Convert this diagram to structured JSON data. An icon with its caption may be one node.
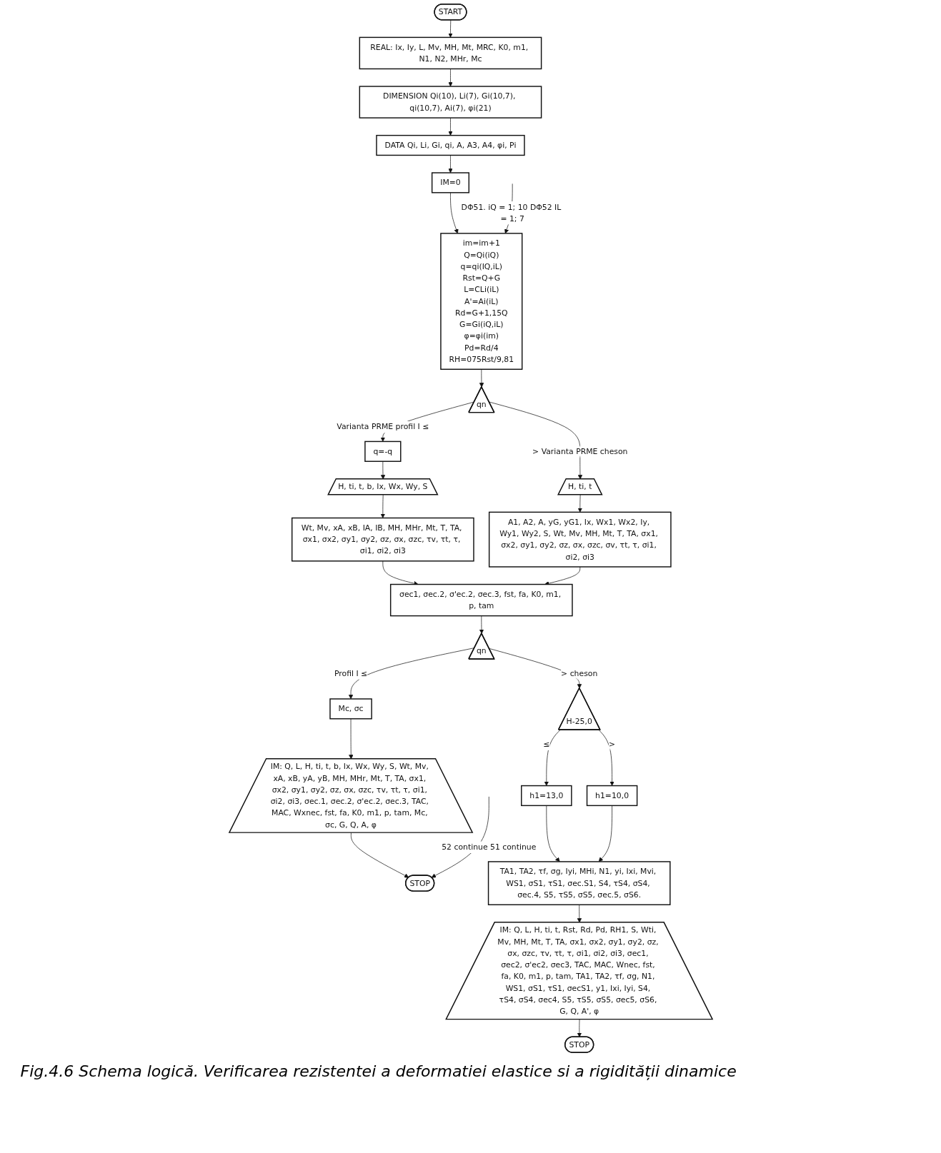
{
  "diagram": {
    "caption": "Fig.4.6 Schema logică. Verificarea rezistentei a deformatiei elastice si a rigidității dinamice",
    "nodes": [
      {
        "text": [
          "START"
        ]
      },
      {
        "text": [
          "REAL: Ix, Iy, L, Mv, MH, Mt, MRC, K0, m1, N1, N2, MHr, Mc"
        ]
      },
      {
        "text": [
          "DIMENSION Qi(10), Li(7), Gi(10,7), qi(10,7), Ai(7), φi(21)"
        ]
      },
      {
        "text": [
          "DATA Qi, Li, Gi, qi, A, A3, A4, φi, Pi"
        ]
      },
      {
        "text": [
          "IM=0"
        ]
      },
      {
        "text": [
          "im=im+1",
          "Q=Qi(iQ)",
          "q=qi(IQ,iL)",
          "Rst=Q+G",
          "L=CLi(iL)",
          "A'=Ai(iL)",
          "Rd=G+1,15Q",
          "G=Gi(iQ,iL)",
          "φ=φi(im)",
          "Pd=Rd/4",
          "RH=075Rst/9,81"
        ]
      },
      {
        "text": [
          "qn"
        ]
      },
      {
        "text": [
          "q=-q"
        ]
      },
      {
        "text": [
          "H, ti, t, b, Ix, Wx, Wy, S"
        ]
      },
      {
        "text": [
          "Wt, Mv, xA, xB, IA, IB, MH, MHr, Mt, T, TA, σx1, σx2, σy1, σy2, σz, σx, σzc, τv, τt, τ, σi1, σi2, σi3"
        ]
      },
      {
        "text": [
          "H, ti, t"
        ]
      },
      {
        "text": [
          "A1, A2, A, yG, yG1, Ix, Wx1, Wx2, Iy, Wy1, Wy2, S, Wt, Mv, MH, Mt, T, TA, σx1, σx2, σy1, σy2, σz, σx, σzc, σv, τt, τ, σi1, σi2, σi3"
        ]
      },
      {
        "text": [
          "σec1, σec.2, σ'ec.2, σec.3, fst, fa, K0, m1, p, tam"
        ]
      },
      {
        "text": [
          "qn"
        ]
      },
      {
        "text": [
          "Mc, σc"
        ]
      },
      {
        "text": [
          "IM: Q, L, H, ti, t, b, Ix, Wx, Wy, S, Wt, Mv, xA, xB, yA, yB, MH, MHr, Mt, T, TA, σx1, σx2, σy1, σy2, σz, σx, σzc, τv, τt, τ, σi1, σi2, σi3, σec.1, σec.2, σ'ec.2, σec.3, TAC, MAC, Wxnec, fst, fa, K0, m1, p, tam, Mc, σc, G, Q, A, φ"
        ]
      },
      {
        "text": [
          "STOP"
        ]
      },
      {
        "text": [
          "H-25,0"
        ]
      },
      {
        "text": [
          "h1=13,0"
        ]
      },
      {
        "text": [
          "h1=10,0"
        ]
      },
      {
        "text": [
          "TA1, TA2, τf, σg, Iyi, MHi, N1, yi, Ixi, Mvi, WS1, σS1, τS1, σec.S1, S4, τS4, σS4, σec.4, S5, τS5, σS5, σec.5, σS6."
        ]
      },
      {
        "text": [
          "IM: Q, L, H, ti, t, Rst, Rd, Pd, RH1, S, Wti, Mv, MH, Mt, T, TA, σx1, σx2, σy1, σy2, σz, σx, σzc, τv, τt, τ, σi1, σi2, σi3, σec1, σec2, σ'ec2, σec3, TAC, MAC, Wnec, fst, fa, K0, m1, p, tam, TA1, TA2, τf, σg, N1, WS1, σS1, τS1, σecS1, y1, Ixi, Iyi, S4, τS4, σS4, σec4, S5, τS5, σS5, σec5, σS6, G, Q, A', φ"
        ]
      },
      {
        "text": [
          "STOP"
        ]
      }
    ],
    "edges": [
      {
        "from": 0,
        "to": 1,
        "arrow": "to"
      },
      {
        "from": 1,
        "to": 2,
        "arrow": "to"
      },
      {
        "from": 2,
        "to": 3,
        "arrow": "to"
      },
      {
        "from": 3,
        "to": 4,
        "arrow": "to"
      },
      {
        "from": 4,
        "to": 5,
        "arrow": "to"
      },
      {
        "from": null,
        "to": 5,
        "arrow": "to",
        "label": "DΦ51. iQ = 1; 10 DΦ52 IL = 1; 7"
      },
      {
        "from": 5,
        "to": 6,
        "arrow": "to"
      },
      {
        "from": 6,
        "to": 7,
        "arrow": "to",
        "label": "Varianta PRME profil I ≤"
      },
      {
        "from": 6,
        "to": 10,
        "arrow": "to",
        "label": "> Varianta PRME cheson"
      },
      {
        "from": 7,
        "to": 8,
        "arrow": "to"
      },
      {
        "from": 8,
        "to": 9,
        "arrow": "to"
      },
      {
        "from": 10,
        "to": 11,
        "arrow": "to"
      },
      {
        "from": 9,
        "to": 12,
        "arrow": "to"
      },
      {
        "from": 11,
        "to": 12,
        "arrow": "to"
      },
      {
        "from": 12,
        "to": 13,
        "arrow": "to"
      },
      {
        "from": 13,
        "to": 14,
        "arrow": "to",
        "label": "Profil I ≤"
      },
      {
        "from": 13,
        "to": 17,
        "arrow": "to",
        "label": "> cheson"
      },
      {
        "from": 14,
        "to": 15,
        "arrow": "to"
      },
      {
        "from": 15,
        "to": 16,
        "arrow": "to"
      },
      {
        "from": null,
        "to": 16,
        "arrow": "to",
        "label": "52 continue 51 continue"
      },
      {
        "from": 17,
        "to": 18,
        "arrow": "to",
        "label": "≤"
      },
      {
        "from": 17,
        "to": 19,
        "arrow": "to",
        "label": ">"
      },
      {
        "from": 18,
        "to": 20,
        "arrow": "to"
      },
      {
        "from": 19,
        "to": 20,
        "arrow": "to"
      },
      {
        "from": 20,
        "to": 21,
        "arrow": "to"
      },
      {
        "from": 21,
        "to": 22,
        "arrow": "to"
      }
    ]
  }
}
